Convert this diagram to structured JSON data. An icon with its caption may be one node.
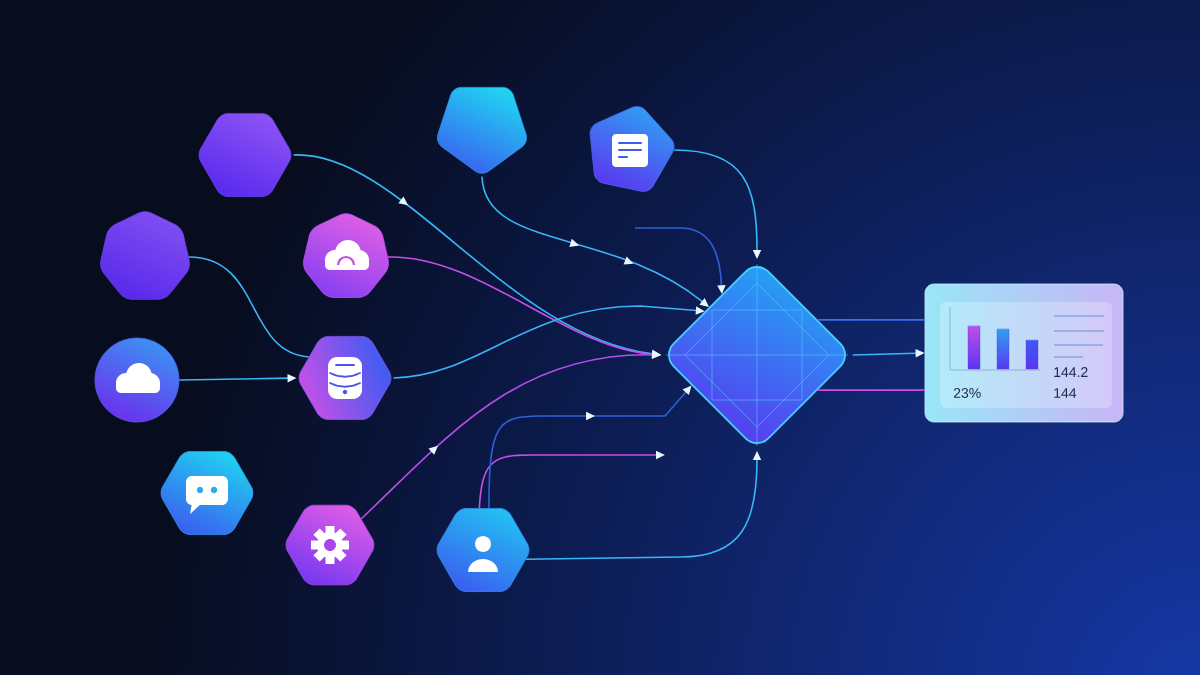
{
  "diagram": {
    "nodes": [
      {
        "text": [],
        "shape": "hexagon"
      },
      {
        "text": [],
        "shape": "heptagon"
      },
      {
        "text": [],
        "shape": "heptagon"
      },
      {
        "text": [],
        "shape": "pentagon"
      },
      {
        "text": [],
        "shape": "pentagon"
      },
      {
        "text": [],
        "shape": "circle"
      },
      {
        "text": [],
        "shape": "hexagon"
      },
      {
        "text": [],
        "shape": "hexagon"
      },
      {
        "text": [],
        "shape": "hexagon"
      },
      {
        "text": [],
        "shape": "hexagon"
      },
      {
        "text": [],
        "shape": "diamond"
      },
      {
        "text": [
          "144.2",
          "23%",
          "144"
        ]
      }
    ],
    "edges": [
      {
        "from": 0,
        "to": 10,
        "arrow": "to"
      },
      {
        "from": 1,
        "to": 6,
        "arrow": "none"
      },
      {
        "from": 2,
        "to": 10,
        "arrow": "to",
        "color": "#c84fe6"
      },
      {
        "from": 3,
        "to": 10,
        "arrow": "to"
      },
      {
        "from": 4,
        "to": 10,
        "arrow": "to"
      },
      {
        "from": 5,
        "to": 6,
        "arrow": "to"
      },
      {
        "from": 6,
        "to": 10,
        "arrow": "to"
      },
      {
        "from": 8,
        "to": 10,
        "arrow": "to",
        "color": "#b84cea"
      },
      {
        "from": 9,
        "to": null,
        "arrow": "to",
        "color": "#c84fe6"
      },
      {
        "from": 9,
        "to": 10,
        "arrow": "to",
        "color": "#2f5fd8"
      },
      {
        "from": 9,
        "to": 10,
        "arrow": "to"
      },
      {
        "from": null,
        "to": 10,
        "arrow": "to",
        "color": "#2f5fd8"
      },
      {
        "from": 10,
        "to": 11,
        "arrow": "to"
      },
      {
        "from": 10,
        "to": 11,
        "arrow": "none",
        "color": "#3a6ff0"
      },
      {
        "from": 10,
        "to": 11,
        "arrow": "none",
        "color": "#c84fe6"
      }
    ]
  }
}
